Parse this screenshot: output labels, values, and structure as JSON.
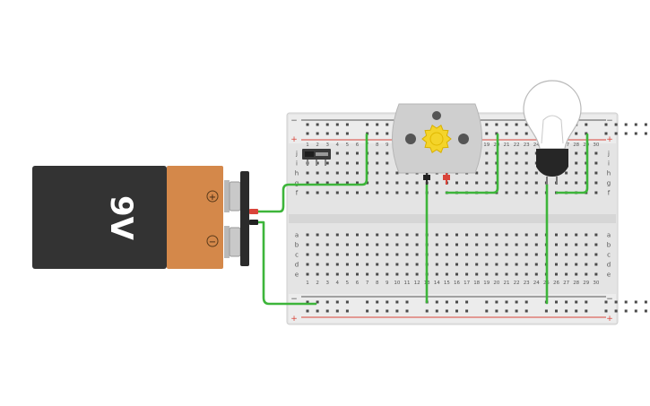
{
  "battery": {
    "label": "9V",
    "plus": "+",
    "minus": "−",
    "icon": "battery-9v-icon"
  },
  "breadboard": {
    "rail_plus": "+",
    "rail_minus": "−",
    "column_numbers": [
      "1",
      "2",
      "3",
      "4",
      "5",
      "6",
      "7",
      "8",
      "9",
      "10",
      "11",
      "12",
      "13",
      "14",
      "15",
      "16",
      "17",
      "18",
      "19",
      "20",
      "21",
      "22",
      "23",
      "24",
      "25",
      "26",
      "27",
      "28",
      "29",
      "30"
    ],
    "top_row_letters": [
      "j",
      "i",
      "h",
      "g",
      "f"
    ],
    "bottom_row_letters": [
      "e",
      "d",
      "c",
      "b",
      "a"
    ]
  },
  "components": {
    "switch": {
      "icon": "slide-switch-icon"
    },
    "motor": {
      "icon": "dc-motor-icon"
    },
    "bulb": {
      "icon": "light-bulb-icon"
    }
  },
  "colors": {
    "wire": "#3db53a",
    "board": "#e2e2e2",
    "rail_red": "#d9443a",
    "rail_dark": "#555555",
    "battery_body": "#333333",
    "battery_label": "#d4884a"
  }
}
